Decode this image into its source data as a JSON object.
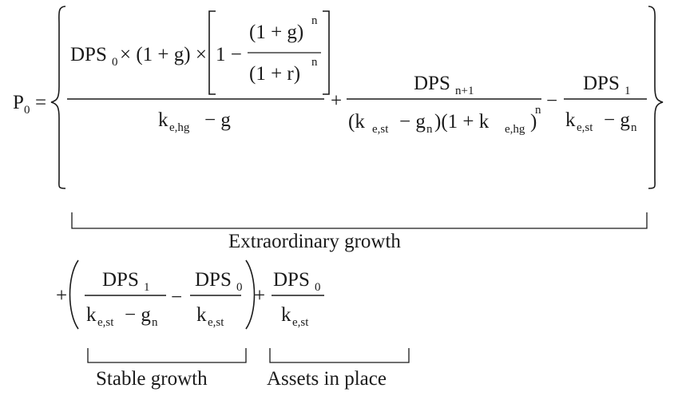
{
  "equation": {
    "lhs": {
      "base": "P",
      "sub": "0"
    },
    "equals": "=",
    "term1": {
      "dps0": {
        "base": "DPS",
        "sub": "0"
      },
      "times_one_plus_g": "× (1 + g) ×",
      "one_minus": "1 −",
      "inner_num": "(1 + g)",
      "inner_num_exp": "n",
      "inner_den": "(1 + r)",
      "inner_den_exp": "n",
      "den_k": "k",
      "den_k_sub": "e,hg",
      "den_rest": "− g"
    },
    "plus1": "+",
    "term2": {
      "num": {
        "base": "DPS",
        "sub": "n+1"
      },
      "den_open": "(k",
      "den_sub1": "e,st",
      "den_mid": "− g",
      "den_sub2": "n",
      "den_close": ")(1 + k",
      "den_sub3": "e,hg",
      "den_end": ")",
      "den_exp": "n"
    },
    "minus1": "−",
    "term3": {
      "num": {
        "base": "DPS",
        "sub": "1"
      },
      "den_k": "k",
      "den_k_sub": "e,st",
      "den_rest": "− g",
      "den_g_sub": "n"
    },
    "label_extraordinary": "Extraordinary growth",
    "plus2": "+",
    "stable": {
      "num1": {
        "base": "DPS",
        "sub": "1"
      },
      "den1_k": "k",
      "den1_sub": "e,st",
      "den1_rest": "− g",
      "den1_g_sub": "n",
      "minus": "−",
      "num2": {
        "base": "DPS",
        "sub": "0"
      },
      "den2_k": "k",
      "den2_sub": "e,st"
    },
    "plus3": "+",
    "assets": {
      "num": {
        "base": "DPS",
        "sub": "0"
      },
      "den_k": "k",
      "den_sub": "e,st"
    },
    "label_stable": "Stable growth",
    "label_assets": "Assets in place"
  }
}
